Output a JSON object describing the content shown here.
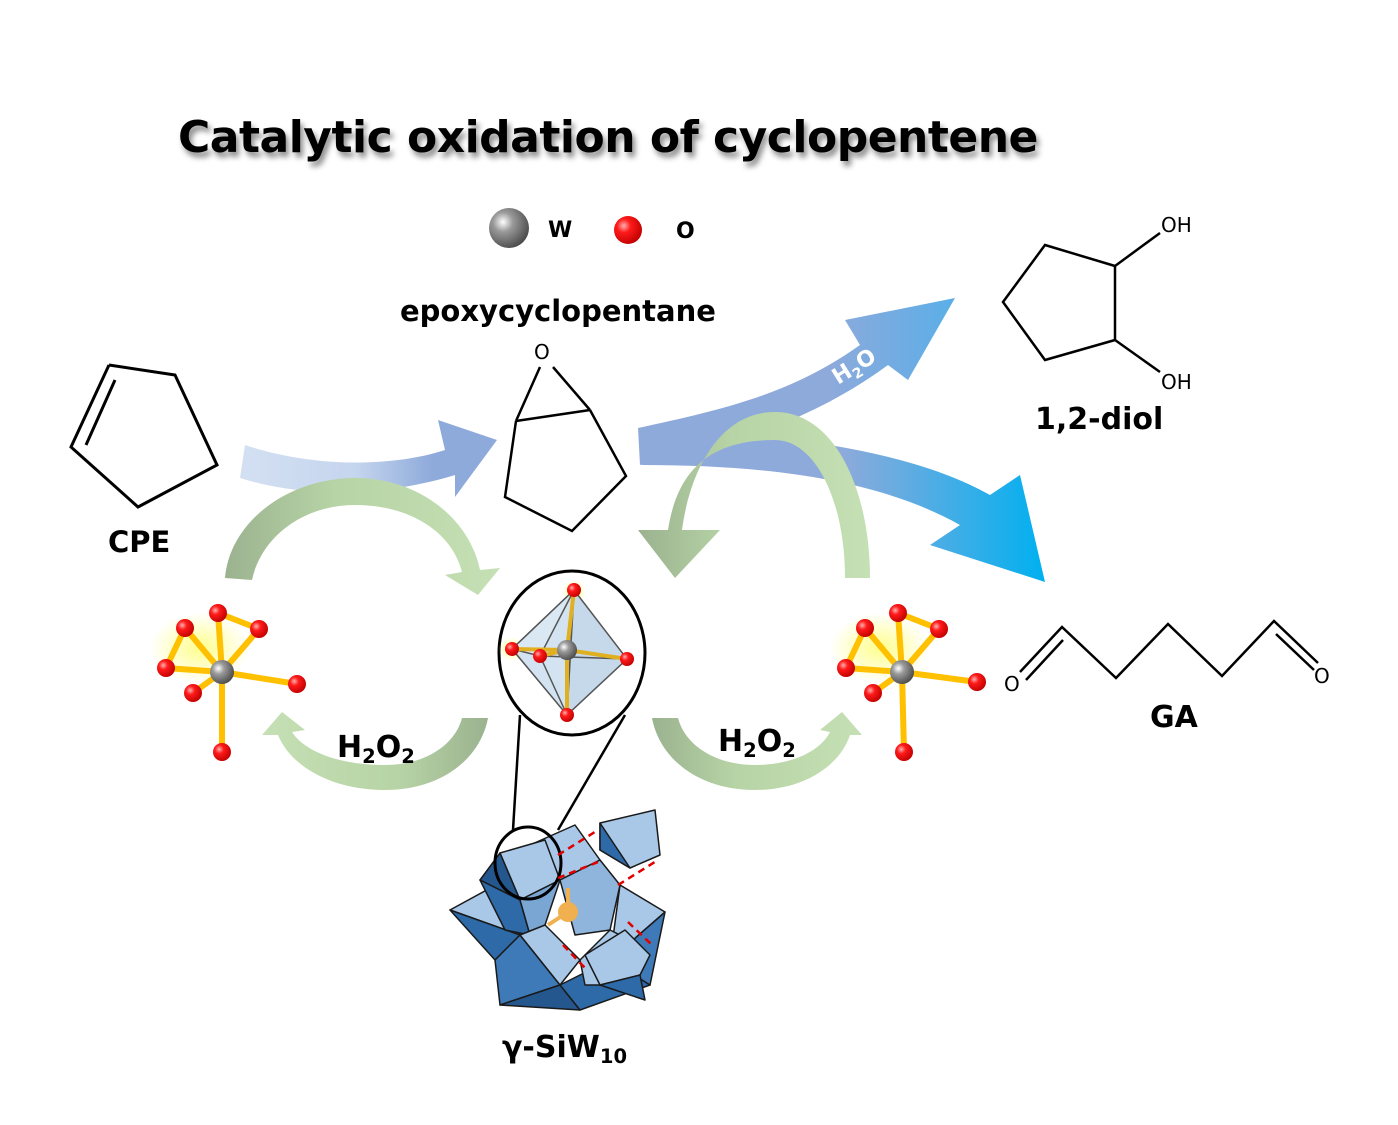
{
  "title": "Catalytic oxidation of cyclopentene",
  "legend": {
    "items": [
      {
        "symbol": "gray-sphere",
        "label": "W",
        "color": "#8a8a8a"
      },
      {
        "symbol": "red-sphere",
        "label": "O",
        "color": "#ff0000"
      }
    ]
  },
  "molecules": {
    "cpe": {
      "label": "CPE"
    },
    "epoxide": {
      "label": "epoxycyclopentane",
      "atom": "O"
    },
    "diol": {
      "label": "1,2-diol",
      "oh_top": "OH",
      "oh_bottom": "OH"
    },
    "ga": {
      "label": "GA",
      "o_left": "O",
      "o_right": "O"
    },
    "catalyst": {
      "label_main": "γ-SiW",
      "label_sub": "10"
    }
  },
  "reagents": {
    "water": {
      "main": "H",
      "sub": "2",
      "tail": "O"
    },
    "peroxide_left": {
      "h": "H",
      "s1": "2",
      "o": "O",
      "s2": "2"
    },
    "peroxide_right": {
      "h": "H",
      "s1": "2",
      "o": "O",
      "s2": "2"
    }
  },
  "colors": {
    "blue_arrow_light": "#d0ddf0",
    "blue_arrow": "#8eaadb",
    "blue_arrow_bright": "#00b0f0",
    "green_dark": "#9bb28f",
    "green_light": "#c5e0b4",
    "oxygen": "#ff0000",
    "tungsten": "#808080",
    "bond": "#ffc000",
    "polyhedron_light": "#a9c8e8",
    "polyhedron_dark": "#2e6aa8",
    "silicon": "#f0b050"
  }
}
